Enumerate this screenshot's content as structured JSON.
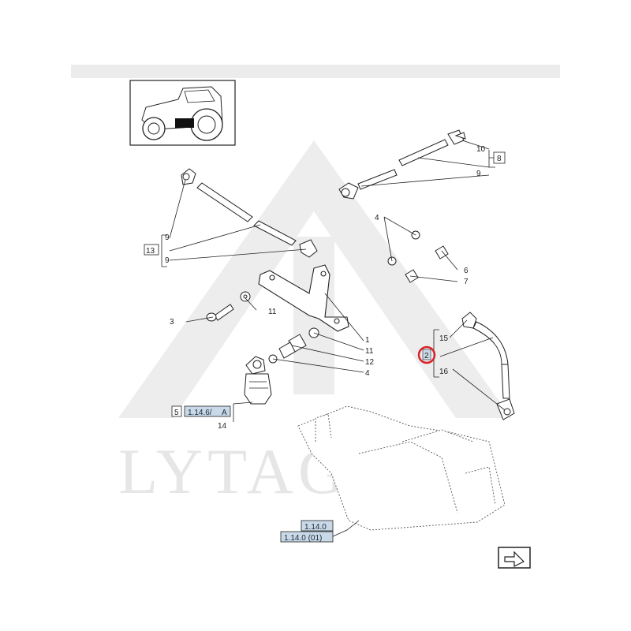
{
  "watermark": {
    "text": "LYTAGRA"
  },
  "callouts": {
    "c1": "1",
    "c2": "2",
    "c3": "3",
    "c4a": "4",
    "c4b": "4",
    "c5": "5",
    "c6": "6",
    "c7": "7",
    "c8": "8",
    "c9a": "9",
    "c9b": "9",
    "c9c": "9",
    "c10": "10",
    "c11a": "11",
    "c11b": "11",
    "c12": "12",
    "c13": "13",
    "c14": "14",
    "c15": "15",
    "c16": "16"
  },
  "references": {
    "ref_1_14_6": "1.14.6/",
    "ref_1_14_6_variant": "A",
    "ref_1_14_0": "1.14.0",
    "ref_1_14_0_01": "1.14.0 (01)"
  },
  "colors": {
    "highlight_circle": "#d8232a",
    "reference_box": "#c9d9e8",
    "line": "#222222"
  },
  "icons": {
    "next_page": "arrow-next-icon",
    "thumbnail": "tractor-thumbnail"
  }
}
